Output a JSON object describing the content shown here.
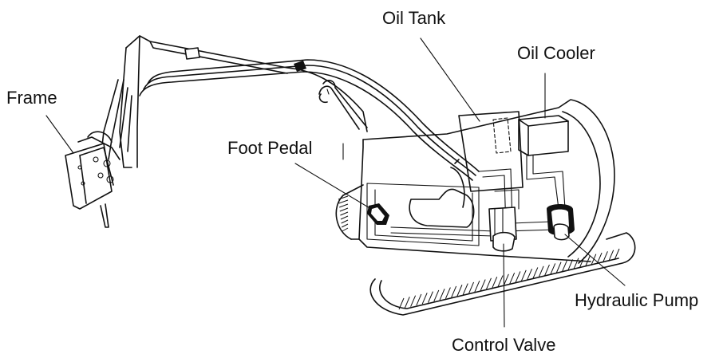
{
  "labels": {
    "frame": "Frame",
    "oil_tank": "Oil Tank",
    "oil_cooler": "Oil Cooler",
    "foot_pedal": "Foot Pedal",
    "hydraulic_pump": "Hydraulic Pump",
    "control_valve": "Control Valve"
  }
}
